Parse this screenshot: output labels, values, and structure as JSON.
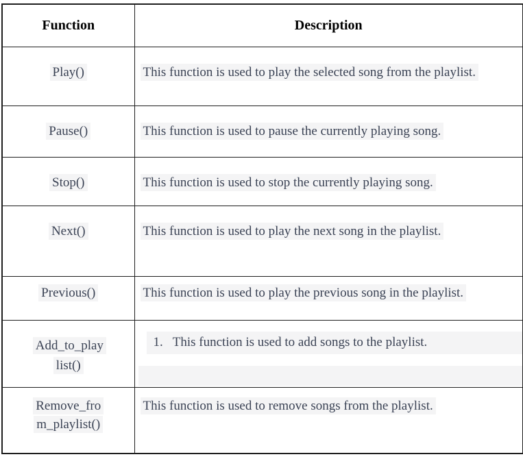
{
  "table": {
    "header": {
      "function_label": "Function",
      "description_label": "Description"
    },
    "rows": [
      {
        "function": "Play()",
        "description": "This function is used to play the selected song from the playlist.",
        "marker": null,
        "extra_highlight_band": false
      },
      {
        "function": "Pause()",
        "description": "This function is used to pause the currently playing song.",
        "marker": null,
        "extra_highlight_band": false
      },
      {
        "function": "Stop()",
        "description": "This function is used to stop the currently playing song.",
        "marker": null,
        "extra_highlight_band": false
      },
      {
        "function": "Next()",
        "description": "This function is used to play the next song in the playlist.",
        "marker": null,
        "extra_highlight_band": false
      },
      {
        "function": "Previous()",
        "description": "This function is used to play the previous song in the playlist.",
        "marker": null,
        "extra_highlight_band": false
      },
      {
        "function": "Add_to_playlist()",
        "description": "This function is used to add songs to the playlist.",
        "marker": "1.",
        "extra_highlight_band": true
      },
      {
        "function": "Remove_from_playlist()",
        "description": "This function is used to remove songs from the playlist.",
        "marker": null,
        "extra_highlight_band": false
      }
    ],
    "colors": {
      "text": "#3a4254",
      "highlight_background": "#f4f4f5",
      "border": "#1e1e1e",
      "header_text": "#000000",
      "page_background": "#ffffff"
    }
  }
}
